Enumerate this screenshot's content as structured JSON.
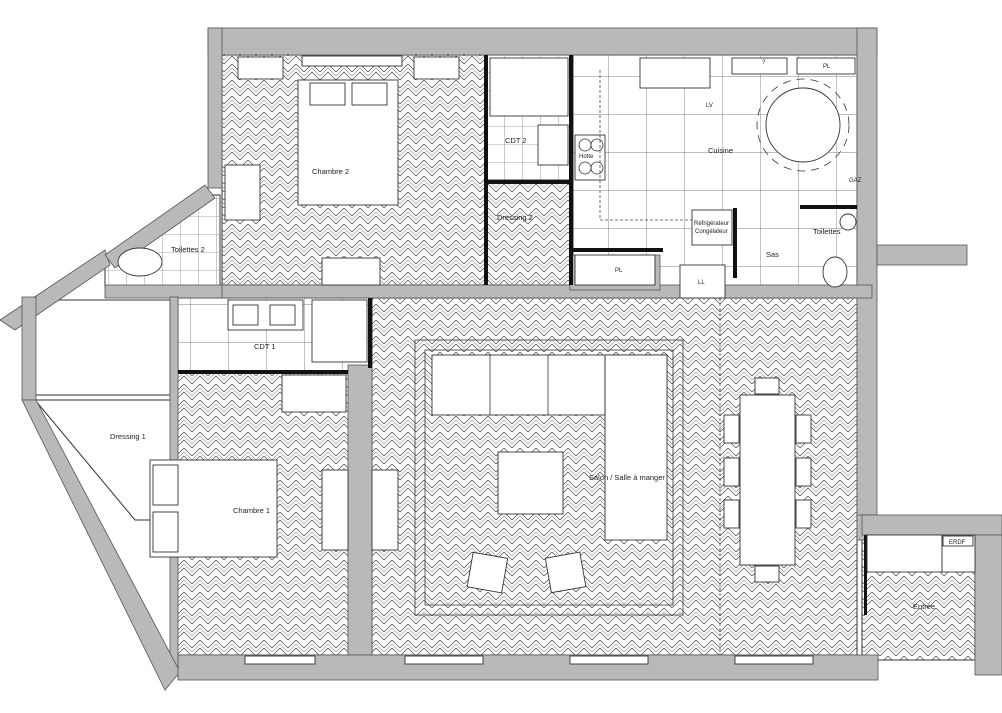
{
  "plan": {
    "rooms": {
      "chambre2": "Chambre 2",
      "cdt2": "CDT 2",
      "dressing2": "Dressing 2",
      "cuisine": "Cuisine",
      "toilettes": "Toilettes",
      "sas": "Sas",
      "toilettes2": "Toilettes 2",
      "cdt1": "CDT 1",
      "dressing1": "Dressing 1",
      "chambre1": "Chambre 1",
      "salon": "Salon / Salle à manger",
      "entree": "Entrée"
    },
    "fixtures": {
      "hotte": "Hotte",
      "lv": "LV",
      "pl_top": "PL",
      "pl_bottom": "PL",
      "ll": "LL",
      "refrigerateur": "Réfrigérateur",
      "congelateur": "Congélateur",
      "gaz": "GAZ",
      "unknown": "?",
      "erdf": "ERDF"
    }
  }
}
